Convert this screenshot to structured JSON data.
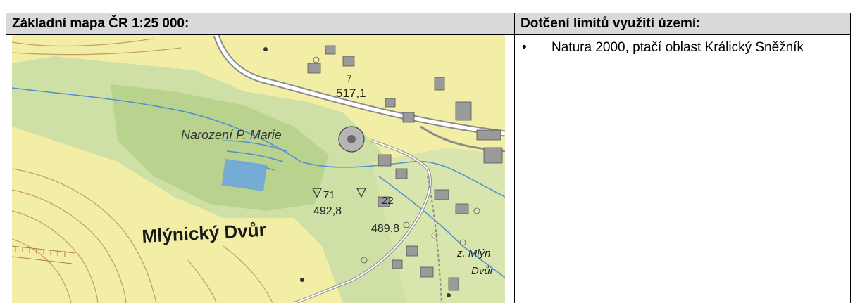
{
  "table": {
    "header_map": "Základní mapa ČR 1:25 000:",
    "header_limits": "Dotčení limitů využití území:",
    "limits": [
      "Natura 2000, ptačí oblast Králický Sněžník"
    ]
  },
  "map": {
    "labels": {
      "church": "Narození P. Marie",
      "place_main": "Mlýnický Dvůr",
      "place_small_1": "z. Mlýn",
      "place_small_2": "Dvůr",
      "elev_1": "492,8",
      "elev_2": "489,8",
      "elev_3": "517,1",
      "num_71": "71",
      "num_22": "22",
      "num_7": "7"
    },
    "colors": {
      "paper": "#f3eea6",
      "meadow": "#cfe0a6",
      "forest": "#b9d28e",
      "contour": "#c99a62",
      "water": "#4f8fd1",
      "road": "#8c8c8c",
      "building": "#9a9a9a",
      "pond": "#6aa6e0"
    }
  }
}
